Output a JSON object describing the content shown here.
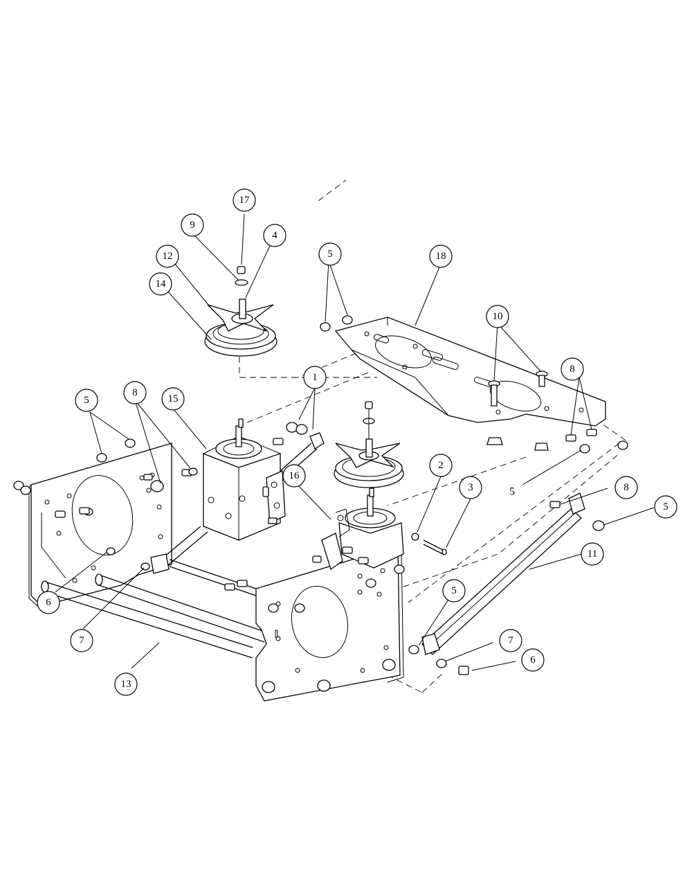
{
  "callouts": [
    {
      "id": "c1",
      "label": "1"
    },
    {
      "id": "c2",
      "label": "2"
    },
    {
      "id": "c3",
      "label": "3"
    },
    {
      "id": "c4",
      "label": "4"
    },
    {
      "id": "c5a",
      "label": "5"
    },
    {
      "id": "c5b",
      "label": "5"
    },
    {
      "id": "c5c",
      "label": "5"
    },
    {
      "id": "c5d",
      "label": "5"
    },
    {
      "id": "c5e",
      "label": "5"
    },
    {
      "id": "c6a",
      "label": "6"
    },
    {
      "id": "c6b",
      "label": "6"
    },
    {
      "id": "c7a",
      "label": "7"
    },
    {
      "id": "c7b",
      "label": "7"
    },
    {
      "id": "c8a",
      "label": "8"
    },
    {
      "id": "c8b",
      "label": "8"
    },
    {
      "id": "c8c",
      "label": "8"
    },
    {
      "id": "c9",
      "label": "9"
    },
    {
      "id": "c10",
      "label": "10"
    },
    {
      "id": "c11",
      "label": "11"
    },
    {
      "id": "c12",
      "label": "12"
    },
    {
      "id": "c13",
      "label": "13"
    },
    {
      "id": "c14",
      "label": "14"
    },
    {
      "id": "c15",
      "label": "15"
    },
    {
      "id": "c16",
      "label": "16"
    },
    {
      "id": "c17",
      "label": "17"
    },
    {
      "id": "c18",
      "label": "18"
    }
  ]
}
